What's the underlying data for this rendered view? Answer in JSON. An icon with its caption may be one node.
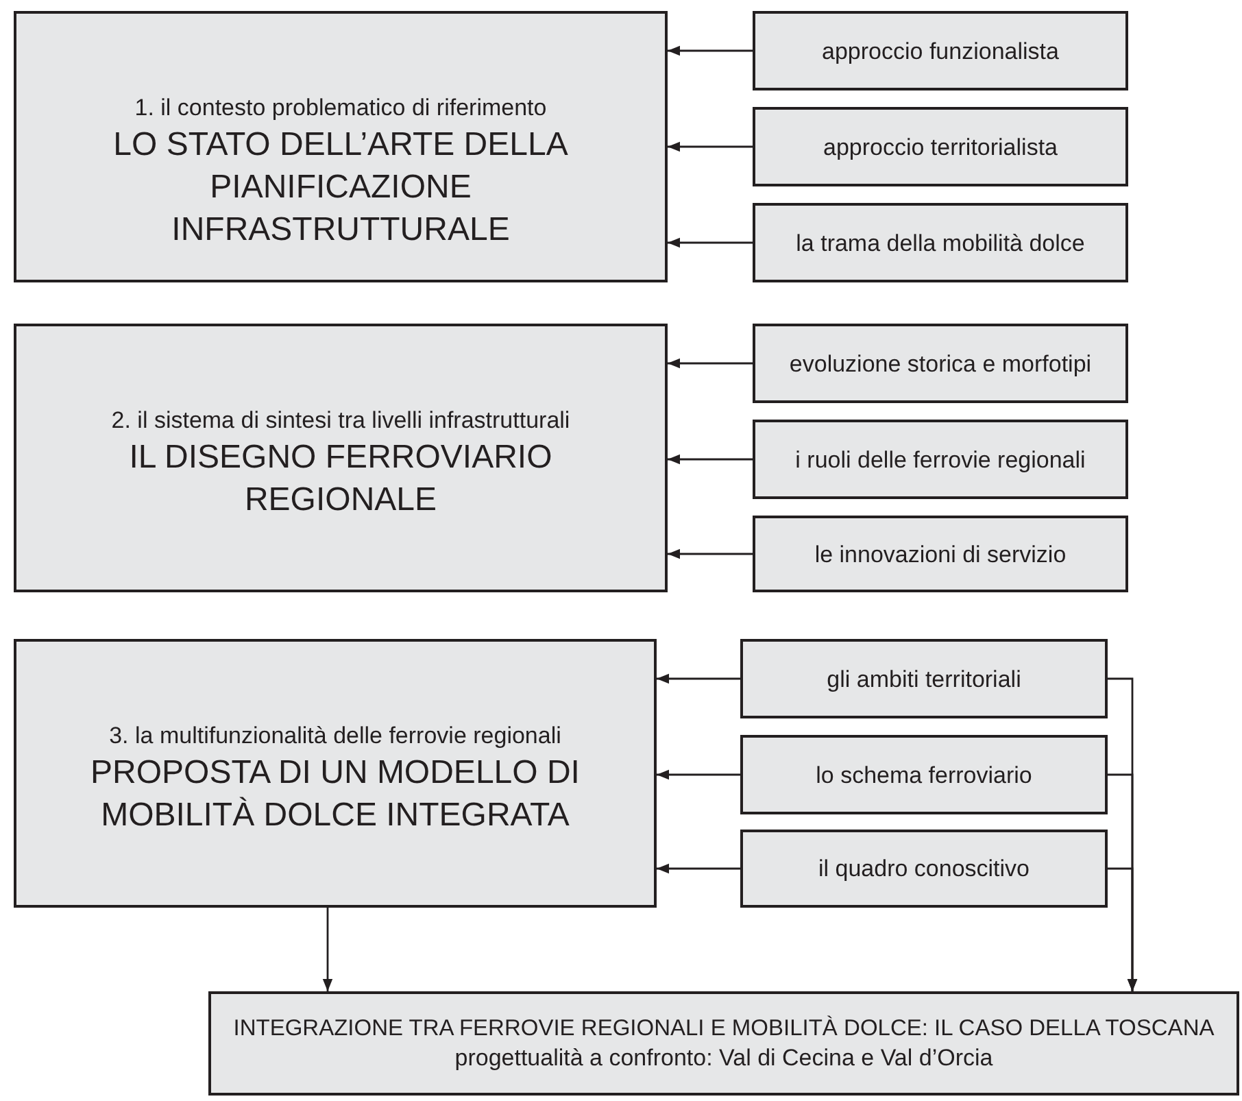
{
  "diagram": {
    "nodes": [
      {
        "text": [
          "1. il contesto problematico di riferimento",
          "LO STATO DELL’ARTE DELLA PIANIFICAZIONE INFRASTRUTTURALE"
        ]
      },
      {
        "text": [
          "approccio funzionalista"
        ]
      },
      {
        "text": [
          "approccio territorialista"
        ]
      },
      {
        "text": [
          "la trama della mobilità dolce"
        ]
      },
      {
        "text": [
          "2. il sistema di sintesi  tra livelli infrastrutturali",
          "IL DISEGNO FERROVIARIO REGIONALE"
        ]
      },
      {
        "text": [
          "evoluzione storica e morfotipi"
        ]
      },
      {
        "text": [
          "i ruoli delle ferrovie regionali"
        ]
      },
      {
        "text": [
          "le innovazioni di servizio"
        ]
      },
      {
        "text": [
          "3. la multifunzionalità delle ferrovie regionali",
          "PROPOSTA DI UN MODELLO DI MOBILITÀ DOLCE INTEGRATA"
        ]
      },
      {
        "text": [
          "gli ambiti territoriali"
        ]
      },
      {
        "text": [
          "lo schema ferroviario"
        ]
      },
      {
        "text": [
          "il quadro conoscitivo"
        ]
      },
      {
        "text": [
          "INTEGRAZIONE TRA FERROVIE REGIONALI E MOBILITÀ DOLCE: IL CASO DELLA TOSCANA",
          "progettualità a confronto: Val di Cecina e Val d’Orcia"
        ]
      }
    ],
    "edges": [
      {
        "from": 1,
        "to": 0,
        "arrow": "to"
      },
      {
        "from": 2,
        "to": 0,
        "arrow": "to"
      },
      {
        "from": 3,
        "to": 0,
        "arrow": "to"
      },
      {
        "from": 5,
        "to": 4,
        "arrow": "to"
      },
      {
        "from": 6,
        "to": 4,
        "arrow": "to"
      },
      {
        "from": 7,
        "to": 4,
        "arrow": "to"
      },
      {
        "from": 9,
        "to": 8,
        "arrow": "to"
      },
      {
        "from": 10,
        "to": 8,
        "arrow": "to"
      },
      {
        "from": 11,
        "to": 8,
        "arrow": "to"
      },
      {
        "from": 8,
        "to": 12,
        "arrow": "to"
      },
      {
        "from": 9,
        "to": 12,
        "arrow": "to"
      },
      {
        "from": 10,
        "to": 12,
        "arrow": "to"
      },
      {
        "from": 11,
        "to": 12,
        "arrow": "to"
      }
    ]
  }
}
